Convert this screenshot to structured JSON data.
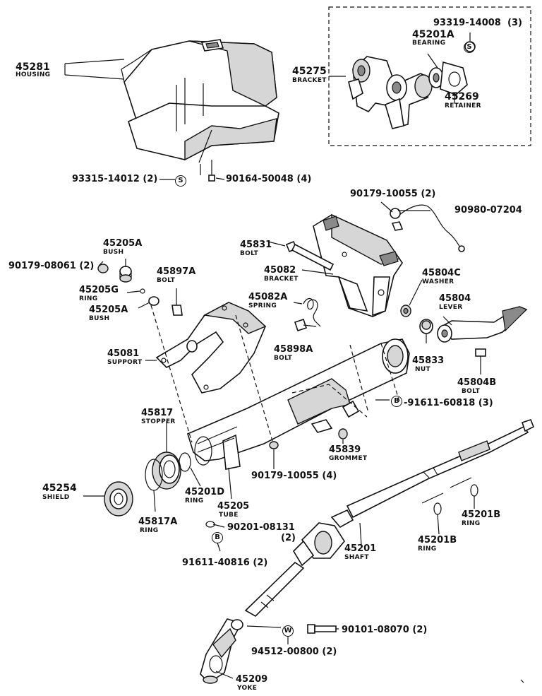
{
  "diagram": {
    "labels": {
      "housing_no": "45281",
      "housing_desc": "HOUSING",
      "screw_93319_no": "93319-14008",
      "screw_93319_qty": "(3)",
      "screw_93319_mark": "S",
      "bearing_no": "45201A",
      "bearing_desc": "BEARING",
      "bracket_45275_no": "45275",
      "bracket_45275_desc": "BRACKET",
      "retainer_no": "45269",
      "retainer_desc": "RETAINER",
      "screw_93315": "93315-14012 (2)",
      "screw_93315_mark": "S",
      "screw_90164": "90164-50048 (4)",
      "wire_90179": "90179-10055 (2)",
      "wire_90980": "90980-07204",
      "bush_top_no": "45205A",
      "bush_top_desc": "BUSH",
      "nut_90179_08061": "90179-08061 (2)",
      "bolt_45831_no": "45831",
      "bolt_45831_desc": "BOLT",
      "bolt_45897A_no": "45897A",
      "bolt_45897A_desc": "BOLT",
      "bracket_45082_no": "45082",
      "bracket_45082_desc": "BRACKET",
      "washer_no": "45804C",
      "washer_desc": "WASHER",
      "ring_45205G_no": "45205G",
      "ring_45205G_desc": "RING",
      "bush_45205A_no": "45205A",
      "bush_45205A_desc": "BUSH",
      "spring_no": "45082A",
      "spring_desc": "SPRING",
      "lever_no": "45804",
      "lever_desc": "LEVER",
      "support_no": "45081",
      "support_desc": "SUPPORT",
      "bolt_45898A_no": "45898A",
      "bolt_45898A_desc": "BOLT",
      "nut_45833_no": "45833",
      "nut_45833_desc": "NUT",
      "bolt_45804B_no": "45804B",
      "bolt_45804B_desc": "BOLT",
      "bolt_91611_60818": "-91611-60818 (3)",
      "bolt_91611_60818_mark": "B",
      "stopper_no": "45817",
      "stopper_desc": "STOPPER",
      "grommet_no": "45839",
      "grommet_desc": "GROMMET",
      "nut_90179_10055_4": "90179-10055 (4)",
      "shield_no": "45254",
      "shield_desc": "SHIELD",
      "ring_45201D_no": "45201D",
      "ring_45201D_desc": "RING",
      "tube_no": "45205",
      "tube_desc": "TUBE",
      "ring_45817A_no": "45817A",
      "ring_45817A_desc": "RING",
      "ring_90201_no": "90201-08131",
      "ring_90201_qty": "(2)",
      "ring_45201B_right_no": "45201B",
      "ring_45201B_right_desc": "RING",
      "ring_45201B_left_no": "45201B",
      "ring_45201B_left_desc": "RING",
      "shaft_no": "45201",
      "shaft_desc": "SHAFT",
      "bolt_91611_40816": "91611-40816 (2)",
      "bolt_91611_40816_mark": "B",
      "bolt_90101": "90101-08070 (2)",
      "washer_94512": "94512-00800 (2)",
      "washer_94512_mark": "W",
      "yoke_no": "45209",
      "yoke_desc": "YOKE"
    }
  }
}
